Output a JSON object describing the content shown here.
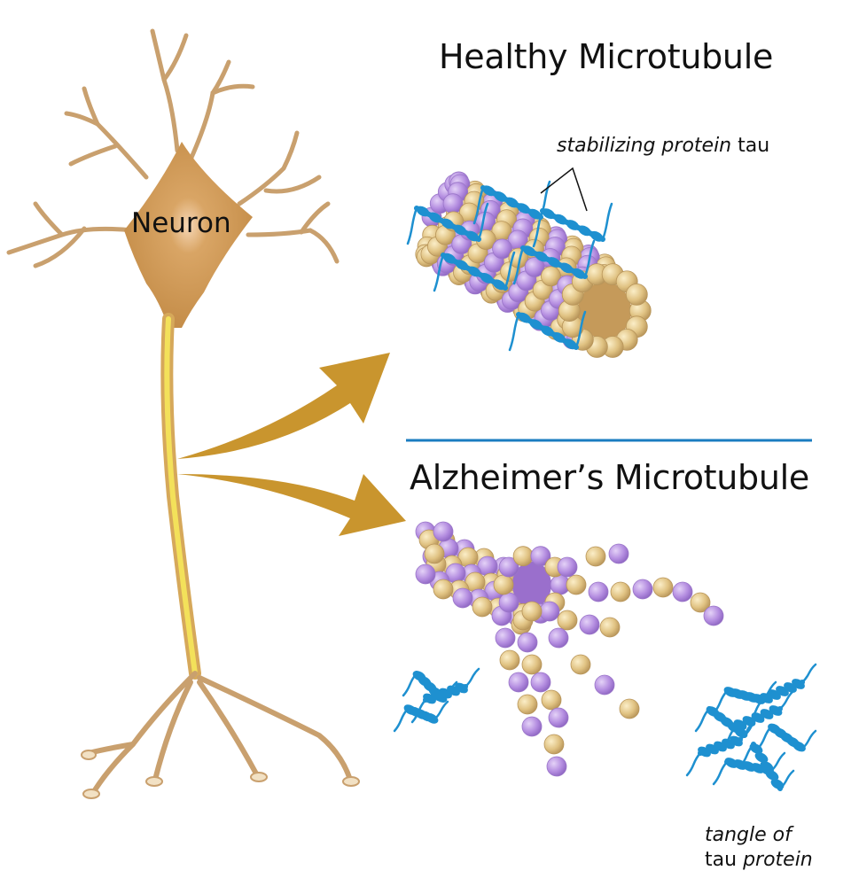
{
  "labels": {
    "neuron": "Neuron",
    "healthy_title": "Healthy Microtubule",
    "alz_title": "Alzheimer’s Microtubule",
    "tau_label_italic": "stabilizing protein",
    "tau_label_plain": "tau",
    "tangle_line1_italic": "tangle of",
    "tangle_line2_plain": "tau",
    "tangle_line2_italic": "protein"
  },
  "colors": {
    "neuron": "#c9a06e",
    "soma": "#c88a3a",
    "axon_core": "#f3e15a",
    "arrow": "#c9952e",
    "divider": "#1a7cc0",
    "tubulin_alpha": "#b58ee0",
    "tubulin_beta": "#e2c688",
    "tau": "#1e90d0"
  }
}
